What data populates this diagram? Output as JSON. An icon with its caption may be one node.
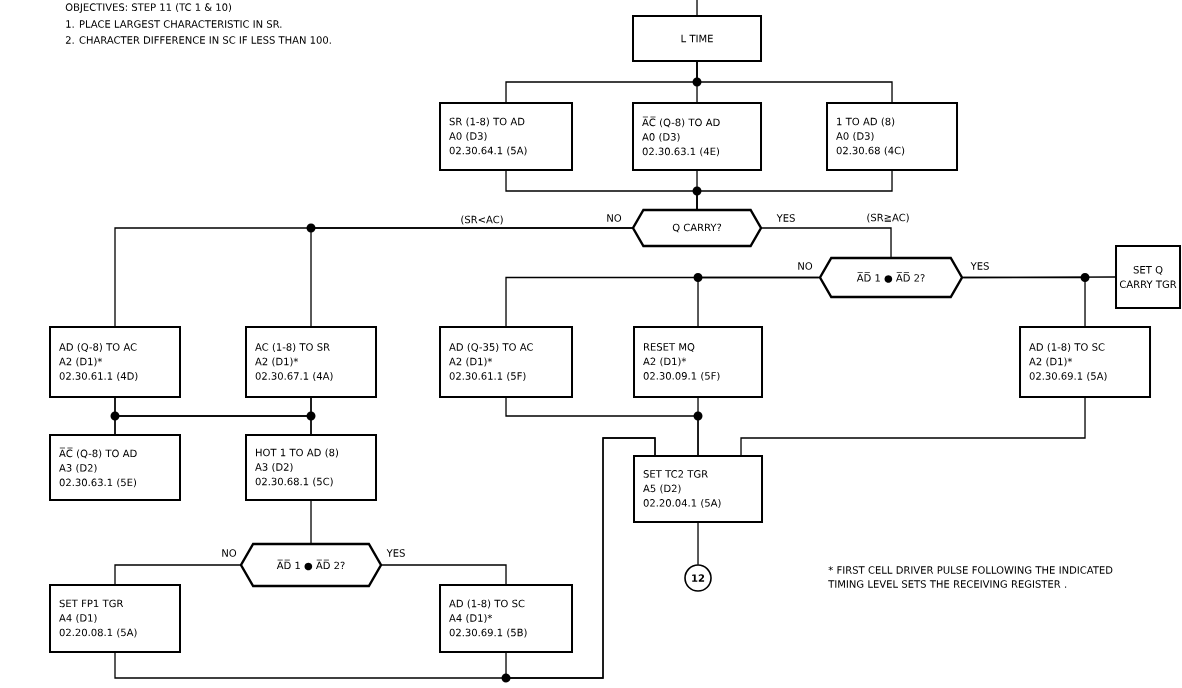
{
  "diagram": {
    "nodes": [
      {
        "text": [
          "L TIME"
        ]
      },
      {
        "text": [
          "SR (1-8) TO AD",
          "A0 (D3)",
          "02.30.64.1 (5A)"
        ]
      },
      {
        "text": [
          "A̅C̅ (Q-8) TO AD",
          "A0 (D3)",
          "02.30.63.1 (4E)"
        ]
      },
      {
        "text": [
          "1 TO AD (8)",
          "A0 (D3)",
          "02.30.68 (4C)"
        ]
      },
      {
        "text": [
          "Q CARRY?"
        ]
      },
      {
        "text": [
          "A̅D̅ 1 ● A̅D̅ 2?"
        ]
      },
      {
        "text": [
          "SET Q CARRY TGR"
        ]
      },
      {
        "text": [
          "AD (Q-8) TO AC",
          "A2 (D1)*",
          "02.30.61.1 (4D)"
        ]
      },
      {
        "text": [
          "AC (1-8) TO SR",
          "A2 (D1)*",
          "02.30.67.1 (4A)"
        ]
      },
      {
        "text": [
          "AD (Q-35) TO AC",
          "A2 (D1)*",
          "02.30.61.1 (5F)"
        ]
      },
      {
        "text": [
          "RESET MQ",
          "A2 (D1)*",
          "02.30.09.1 (5F)"
        ]
      },
      {
        "text": [
          "AD (1-8) TO SC",
          "A2 (D1)*",
          "02.30.69.1 (5A)"
        ]
      },
      {
        "text": [
          "A̅C̅ (Q-8) TO AD",
          "A3 (D2)",
          "02.30.63.1 (5E)"
        ]
      },
      {
        "text": [
          "HOT 1 TO AD (8)",
          "A3 (D2)",
          "02.30.68.1 (5C)"
        ]
      },
      {
        "text": [
          "SET TC2 TGR",
          "A5 (D2)",
          "02.20.04.1 (5A)"
        ]
      },
      {
        "text": [
          "A̅D̅ 1 ● A̅D̅ 2?"
        ]
      },
      {
        "text": [
          "12"
        ]
      },
      {
        "text": [
          "SET FP1 TGR",
          "A4 (D1)",
          "02.20.08.1 (5A)"
        ]
      },
      {
        "text": [
          "AD (1-8) TO SC",
          "A4 (D1)*",
          "02.30.69.1 (5B)"
        ]
      }
    ],
    "edges": [
      {
        "from": null,
        "to": 0,
        "arrow": "none"
      },
      {
        "from": 0,
        "to": 1,
        "arrow": "none"
      },
      {
        "from": 0,
        "to": 2,
        "arrow": "none"
      },
      {
        "from": 0,
        "to": 3,
        "arrow": "none"
      },
      {
        "from": 1,
        "to": 4,
        "arrow": "none"
      },
      {
        "from": 2,
        "to": 4,
        "arrow": "none"
      },
      {
        "from": 3,
        "to": 4,
        "arrow": "none"
      },
      {
        "from": 4,
        "to": 7,
        "arrow": "none",
        "label": "NO"
      },
      {
        "from": 4,
        "to": 8,
        "arrow": "none"
      },
      {
        "from": 4,
        "to": 5,
        "arrow": "none",
        "label": "YES"
      },
      {
        "from": 5,
        "to": 9,
        "arrow": "none",
        "label": "NO"
      },
      {
        "from": 5,
        "to": 10,
        "arrow": "none"
      },
      {
        "from": 5,
        "to": 6,
        "arrow": "none",
        "label": "YES"
      },
      {
        "from": 5,
        "to": 11,
        "arrow": "none"
      },
      {
        "from": 7,
        "to": 12,
        "arrow": "none"
      },
      {
        "from": 7,
        "to": 13,
        "arrow": "none"
      },
      {
        "from": 8,
        "to": 12,
        "arrow": "none"
      },
      {
        "from": 8,
        "to": 13,
        "arrow": "none"
      },
      {
        "from": 13,
        "to": 15,
        "arrow": "none"
      },
      {
        "from": 15,
        "to": 17,
        "arrow": "none",
        "label": "NO"
      },
      {
        "from": 15,
        "to": 18,
        "arrow": "none",
        "label": "YES"
      },
      {
        "from": 9,
        "to": 14,
        "arrow": "none"
      },
      {
        "from": 10,
        "to": 14,
        "arrow": "none"
      },
      {
        "from": 11,
        "to": 14,
        "arrow": "none"
      },
      {
        "from": 17,
        "to": 14,
        "arrow": "none"
      },
      {
        "from": 18,
        "to": 14,
        "arrow": "none"
      },
      {
        "from": 14,
        "to": 16,
        "arrow": "none"
      }
    ],
    "labels": [
      "OBJECTIVES: STEP 11 (TC 1 & 10)",
      "1. PLACE LARGEST CHARACTERISTIC IN SR.",
      "2. CHARACTER DIFFERENCE IN SC IF LESS THAN 100.",
      "(SR<AC)",
      "(SR≧AC)",
      "* FIRST CELL DRIVER PULSE FOLLOWING THE INDICATED TIMING LEVEL SETS THE RECEIVING REGISTER ."
    ]
  }
}
